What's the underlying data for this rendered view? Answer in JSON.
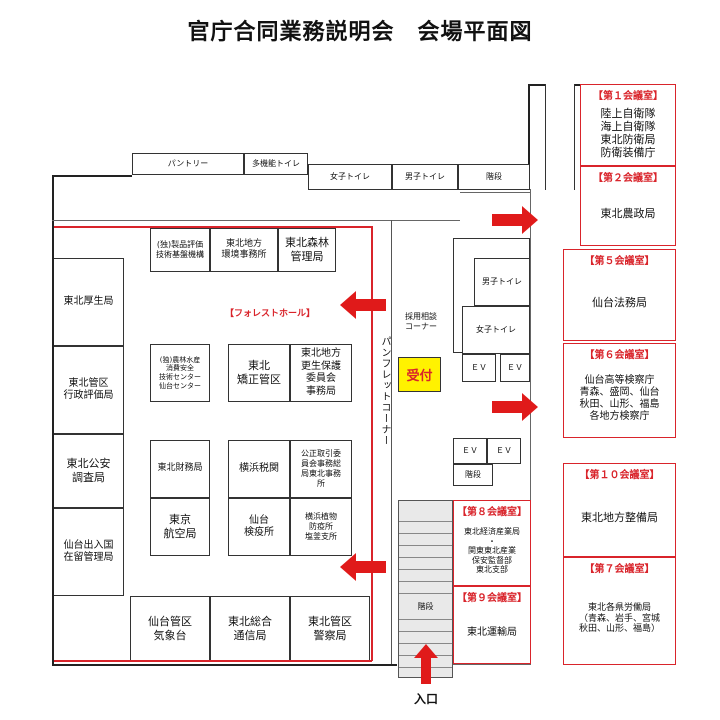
{
  "title": "官庁合同業務説明会　会場平面図",
  "entrance": "入口",
  "reception": "受付",
  "forest_hall": "【フォレストホール】",
  "pamphlet_corner": "パンフレットコーナー",
  "recruit_corner": "採用相談\nコーナー",
  "top_rooms": {
    "pantry": "パントリー",
    "multi_toilet": "多機能トイレ",
    "female_toilet": "女子トイレ",
    "male_toilet": "男子トイレ",
    "stairs": "階段"
  },
  "core": {
    "male_toilet": "男子トイレ",
    "female_toilet": "女子トイレ",
    "ev": "ＥＶ",
    "stairs": "階段"
  },
  "left_column": [
    "東北厚生局",
    "東北管区\n行政評価局",
    "東北公安\n調査局",
    "仙台出入国\n在留管理局"
  ],
  "booths": {
    "nite": "(独)製品評価\n技術基盤機構",
    "env": "東北地方\n環境事務所",
    "forest": "東北森林\n管理局",
    "famic": "(独)農林水産\n消費安全\n技術センター\n仙台センター",
    "correction": "東北\n矯正管区",
    "rehab": "東北地方\n更生保護\n委員会\n事務局",
    "finance": "東北財務局",
    "customs": "横浜税関",
    "ftc": "公正取引委\n員会事務総\n局東北事務\n所",
    "aviation": "東京\n航空局",
    "quarantine": "仙台\n検疫所",
    "plant": "横浜植物\n防疫所\n塩釜支所",
    "meteo": "仙台管区\n気象台",
    "telecom": "東北総合\n通信局",
    "police": "東北管区\n警察局"
  },
  "rooms": {
    "r1": {
      "header": "【第１会議室】",
      "body": "陸上自衛隊\n海上自衛隊\n東北防衛局\n防衛装備庁"
    },
    "r2": {
      "header": "【第２会議室】",
      "body": "東北農政局"
    },
    "r5": {
      "header": "【第５会議室】",
      "body": "仙台法務局"
    },
    "r6": {
      "header": "【第６会議室】",
      "body": "仙台高等検察庁\n青森、盛岡、仙台\n秋田、山形、福島\n各地方検察庁"
    },
    "r10": {
      "header": "【第１０会議室】",
      "body": "東北地方整備局"
    },
    "r7": {
      "header": "【第７会議室】",
      "body": "東北各県労働局\n（青森、岩手、宮城\n秋田、山形、福島）"
    },
    "r8": {
      "header": "【第８会議室】",
      "body": "東北経済産業局\n・\n関東東北産業\n保安監督部\n東北支部"
    },
    "r9": {
      "header": "【第９会議室】",
      "body": "東北運輸局"
    }
  },
  "colors": {
    "accent_red": "#d9242b",
    "reception_yellow": "#fff200",
    "arrow_red": "#e01a1a"
  }
}
